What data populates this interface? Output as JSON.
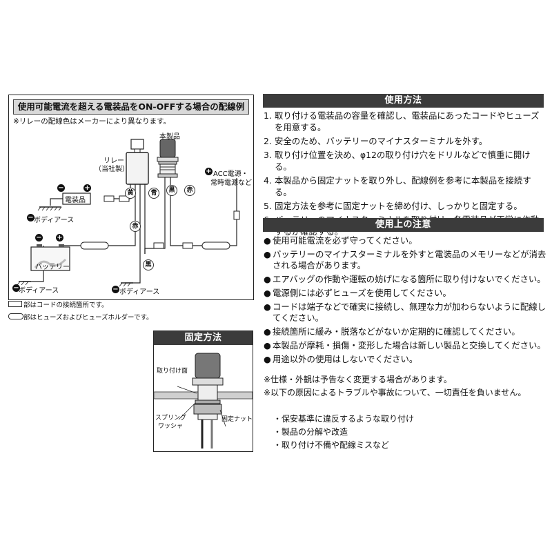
{
  "wiring": {
    "title": "使用可能電流を超える電装品をON-OFFする場合の配線例",
    "note": "※リレーの配線色はメーカーにより異なります。",
    "relay_label_1": "リレー",
    "relay_label_2": "（当社製）",
    "product_label": "本製品",
    "acc_label_1": "ACC電源・",
    "acc_label_2": "常時電源など",
    "device_label": "電装品",
    "battery_label": "バッテリー",
    "body_earth_1": "ボディアース",
    "body_earth_2": "ボディアース",
    "body_earth_3": "ボディアース",
    "color_yellow": "黄",
    "color_blue": "青",
    "color_black_1": "黒",
    "color_red_1": "赤",
    "color_red_2": "赤",
    "color_black_2": "黒",
    "minus_sign": "−",
    "plus_sign": "+",
    "legend_connector": "部はコードの接続箇所です。",
    "legend_fuse": "部はヒューズおよびヒューズホルダーです。"
  },
  "fixing": {
    "title": "固定方法",
    "mounting_surface": "取り付け面",
    "spring_washer_1": "スプリング",
    "spring_washer_2": "ワッシャ",
    "fixing_nut": "固定ナット"
  },
  "usage": {
    "title": "使用方法",
    "items": [
      {
        "n": "1.",
        "text": "取り付ける電装品の容量を確認し、電装品にあったコードやヒューズを用意する。"
      },
      {
        "n": "2.",
        "text": "安全のため、バッテリーのマイナスターミナルを外す。"
      },
      {
        "n": "3.",
        "text": "取り付け位置を決め、φ12の取り付け穴をドリルなどで慎重に開ける。"
      },
      {
        "n": "4.",
        "text": "本製品から固定ナットを取り外し、配線例を参考に本製品を接続する。"
      },
      {
        "n": "5.",
        "text": "固定方法を参考に固定ナットを締め付け、しっかりと固定する。"
      },
      {
        "n": "6.",
        "text": "バッテリーのマイナスターミナルを取り付け、各電装品が正常に作動するか確認する。"
      }
    ]
  },
  "caution": {
    "title": "使用上の注意",
    "items": [
      "使用可能電流を必ず守ってください。",
      "バッテリーのマイナスターミナルを外すと電装品のメモリーなどが消去される場合があります。",
      "エアバッグの作動や運転の妨げになる箇所に取り付けないでください。",
      "電源側には必ずヒューズを使用してください。",
      "コードは端子などで確実に接続し、無理な力が加わらないように配線してください。",
      "接続箇所に緩み・脱落などがないか定期的に確認してください。",
      "本製品が摩耗・損傷・変形した場合は新しい製品と交換してください。",
      "用途以外の使用はしないでください。"
    ],
    "bullet": "●"
  },
  "notes": {
    "spec": "※仕様・外観は予告なく変更する場合があります。",
    "liability": "※以下の原因によるトラブルや事故について、一切責任を負いません。",
    "causes": [
      "・保安基準に違反するような取り付け",
      "・製品の分解や改造",
      "・取り付け不備や配線ミスなど"
    ]
  }
}
